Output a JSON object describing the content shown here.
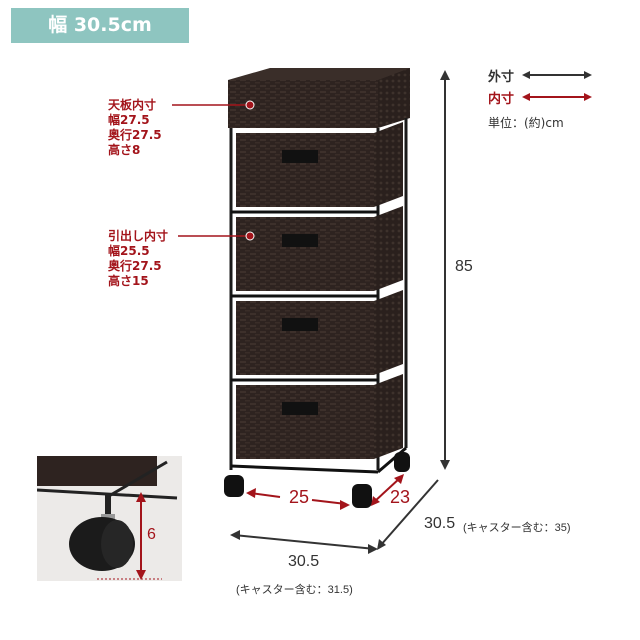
{
  "header": {
    "width_badge": "幅 30.5cm",
    "badge_color": "#8ec5c0"
  },
  "legend": {
    "outer_label": "外寸",
    "inner_label": "内寸",
    "unit_label": "単位：(約)cm",
    "outer_color": "#333333",
    "inner_color": "#a3141b"
  },
  "annotations": {
    "top_panel": {
      "title": "天板内寸",
      "width": "幅27.5",
      "depth": "奥行27.5",
      "height": "高さ8"
    },
    "drawer": {
      "title": "引出し内寸",
      "width": "幅25.5",
      "depth": "奥行27.5",
      "height": "高さ15"
    }
  },
  "dimensions": {
    "height": "85",
    "width": "30.5",
    "width_with_casters": "(キャスター含む：31.5)",
    "depth": "30.5",
    "depth_with_casters": "(キャスター含む：35)",
    "caster_width_inner": "25",
    "caster_depth_inner": "23",
    "caster_height": "6"
  }
}
